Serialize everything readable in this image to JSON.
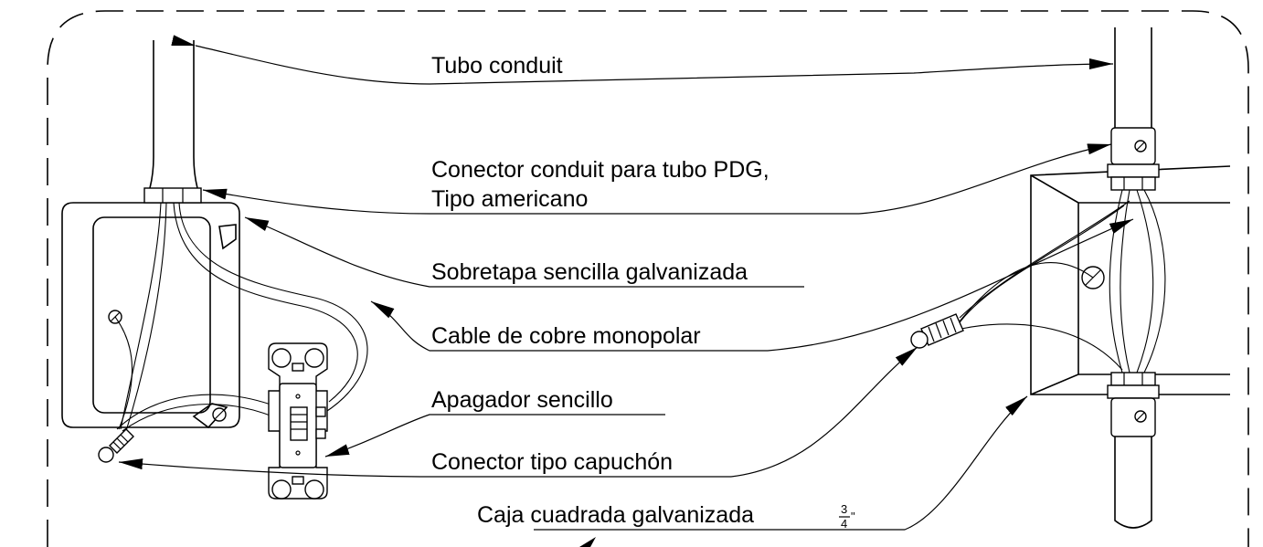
{
  "labels": {
    "conduit_tube": "Tubo conduit",
    "conduit_connector_line1": "Conector conduit para tubo PDG,",
    "conduit_connector_line2": "Tipo americano",
    "cover_plate": "Sobretapa sencilla galvanizada",
    "copper_cable": "Cable de cobre monopolar",
    "switch": "Apagador sencillo",
    "cap_connector": "Conector tipo capuchón",
    "box_prefix": "Caja",
    "box_rest": " cuadrada galvanizada ",
    "box_size_num": "3",
    "box_size_den": "4",
    "box_size_mark": "\""
  }
}
